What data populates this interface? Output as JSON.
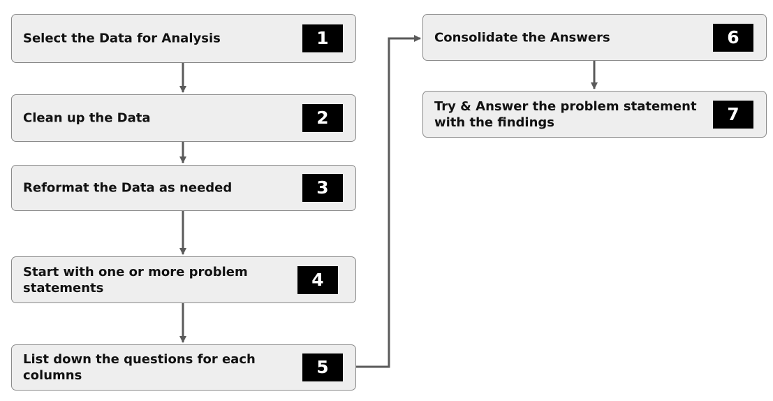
{
  "steps": [
    {
      "number": "1",
      "label_lines": [
        "Select the Data for Analysis"
      ]
    },
    {
      "number": "2",
      "label_lines": [
        "Clean up the Data"
      ]
    },
    {
      "number": "3",
      "label_lines": [
        "Reformat the Data as needed"
      ]
    },
    {
      "number": "4",
      "label_lines": [
        "Start with one or more problem",
        "statements"
      ]
    },
    {
      "number": "5",
      "label_lines": [
        "List down the questions for each",
        "columns"
      ]
    },
    {
      "number": "6",
      "label_lines": [
        "Consolidate the Answers"
      ]
    },
    {
      "number": "7",
      "label_lines": [
        "Try & Answer the problem statement",
        "with the findings"
      ]
    }
  ],
  "colors": {
    "box_fill": "#eeeeee",
    "box_border": "#8a8a8a",
    "badge_fill": "#000000",
    "badge_text": "#ffffff",
    "connector": "#5a5a5a"
  }
}
